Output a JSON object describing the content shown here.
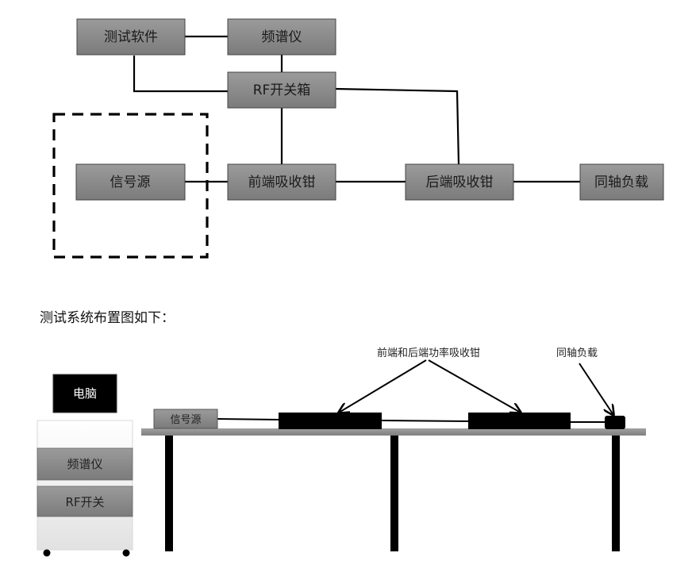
{
  "flow_diagram": {
    "nodes": {
      "test_software": "测试软件",
      "spectrum_analyzer": "频谱仪",
      "rf_switch_box": "RF开关箱",
      "signal_source": "信号源",
      "front_clamp": "前端吸收钳",
      "rear_clamp": "后端吸收钳",
      "coax_load": "同轴负载"
    },
    "edges": [
      [
        "test_software",
        "spectrum_analyzer"
      ],
      [
        "test_software",
        "rf_switch_box"
      ],
      [
        "spectrum_analyzer",
        "rf_switch_box"
      ],
      [
        "rf_switch_box",
        "front_clamp"
      ],
      [
        "rf_switch_box",
        "rear_clamp"
      ],
      [
        "signal_source",
        "front_clamp"
      ],
      [
        "front_clamp",
        "rear_clamp"
      ],
      [
        "rear_clamp",
        "coax_load"
      ]
    ],
    "dashed_group": [
      "signal_source"
    ]
  },
  "caption": "测试系统布置图如下：",
  "layout_diagram": {
    "pc_label": "电脑",
    "cart_items": [
      "频谱仪",
      "RF开关"
    ],
    "signal_source_label": "信号源",
    "clamps_annotation": "前端和后端功率吸收钳",
    "load_annotation": "同轴负载"
  },
  "colors": {
    "box_fill": "#8a8a8a",
    "line": "#000000",
    "table_top": "#8c8c8c"
  }
}
